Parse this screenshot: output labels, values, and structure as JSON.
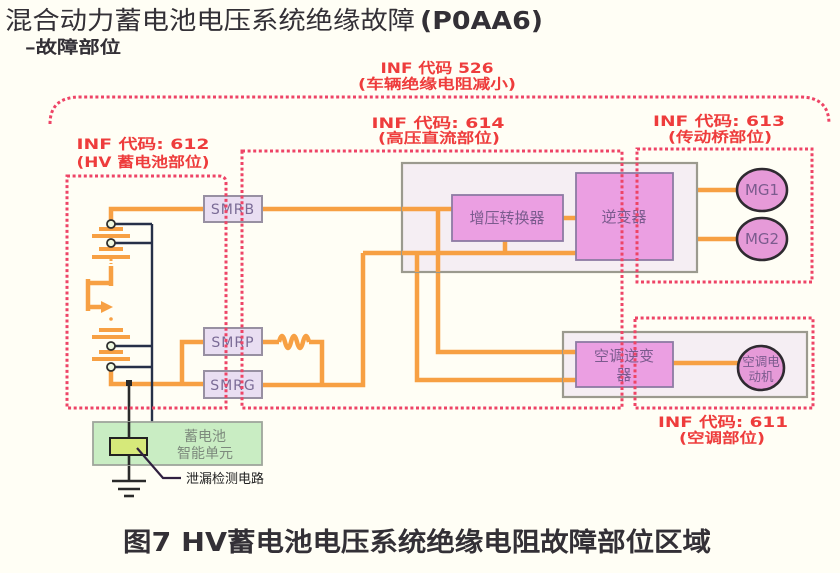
{
  "header": {
    "title": "混合动力蓄电池电压系统绝缘故障",
    "code": "(P0AA6)",
    "subtitle": "–故障部位"
  },
  "zones": {
    "vehicle": {
      "code": "INF 代码 526",
      "desc": "(车辆绝缘电阻减小)"
    },
    "hv_battery": {
      "code": "INF 代码: 612",
      "desc": "(HV 蓄电池部位)"
    },
    "hv_dc": {
      "code": "INF 代码: 614",
      "desc": "(高压直流部位)"
    },
    "transaxle": {
      "code": "INF 代码: 613",
      "desc": "(传动桥部位)"
    },
    "air_conditioning": {
      "code": "INF 代码: 611",
      "desc": "(空调部位)"
    }
  },
  "components": {
    "smrb": "SMRB",
    "smrp": "SMRP",
    "smrg": "SMRG",
    "boost_converter": "增压转换器",
    "inverter": "逆变器",
    "mg1": "MG1",
    "mg2": "MG2",
    "ac_inverter": [
      "空调逆变",
      "器"
    ],
    "ac_motor": [
      "空调电",
      "动机"
    ],
    "battery_unit": [
      "蓄电池",
      "智能单元"
    ],
    "leak_detection": "泄漏检测电路"
  },
  "caption": "图7 HV蓄电池电压系统绝缘电阻故障部位区域",
  "colors": {
    "background": "#fffef5",
    "hv_wire": "#f7a043",
    "signal_wire": "#263048",
    "zone_border": "#ee4466",
    "zone_label": "#ee3c3c",
    "component_fill": "#eb9fe2",
    "relay_fill": "#e9def2",
    "housing_fill": "#f5eef3",
    "battery_unit_fill": "#c9edc3",
    "sensor_fill": "#d6e97a",
    "text": "#333036"
  }
}
